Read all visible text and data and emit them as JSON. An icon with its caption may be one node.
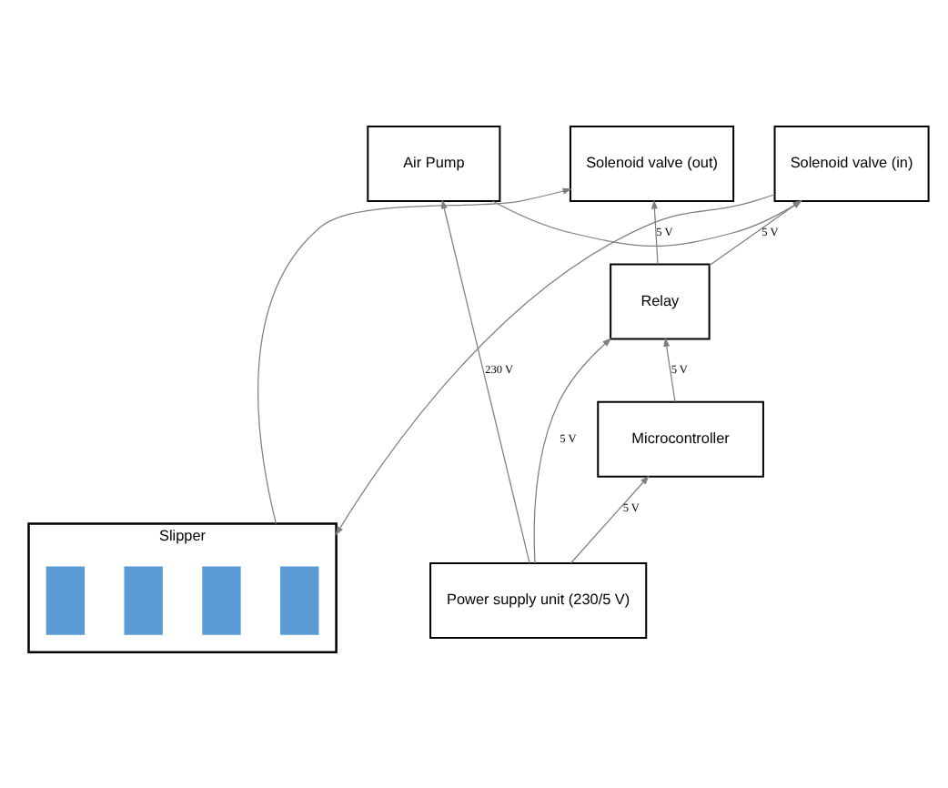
{
  "diagram": {
    "nodes": [
      {
        "text": [
          "Slipper"
        ]
      },
      {
        "text": [],
        "shape": "box",
        "in": 0
      },
      {
        "text": [],
        "shape": "box",
        "in": 0
      },
      {
        "text": [],
        "shape": "box",
        "in": 0
      },
      {
        "text": [],
        "shape": "box",
        "in": 0
      },
      {
        "text": [
          "Solenoid valve (out)"
        ]
      },
      {
        "text": [
          "Solenoid valve (in)"
        ]
      },
      {
        "text": [
          "Air Pump"
        ]
      },
      {
        "text": [
          "Relay"
        ]
      },
      {
        "text": [
          "Microcontroller"
        ]
      },
      {
        "text": [
          "Power supply unit (230/5 V)"
        ]
      }
    ],
    "edges": [
      {
        "from": 0,
        "to": 5,
        "arrow": "to"
      },
      {
        "from": 6,
        "to": 0,
        "arrow": "to"
      },
      {
        "from": 7,
        "to": 6,
        "arrow": "to"
      },
      {
        "from": 8,
        "to": 5,
        "label": "5 V",
        "arrow": "to"
      },
      {
        "from": 8,
        "to": 6,
        "label": "5 V",
        "arrow": "to"
      },
      {
        "from": 9,
        "to": 8,
        "label": "5 V",
        "arrow": "to"
      },
      {
        "from": 10,
        "to": 8,
        "label": "5 V",
        "arrow": "to"
      },
      {
        "from": 10,
        "to": 9,
        "label": "5 V",
        "arrow": "to"
      },
      {
        "from": 10,
        "to": 7,
        "label": "230 V",
        "arrow": "to"
      }
    ]
  }
}
